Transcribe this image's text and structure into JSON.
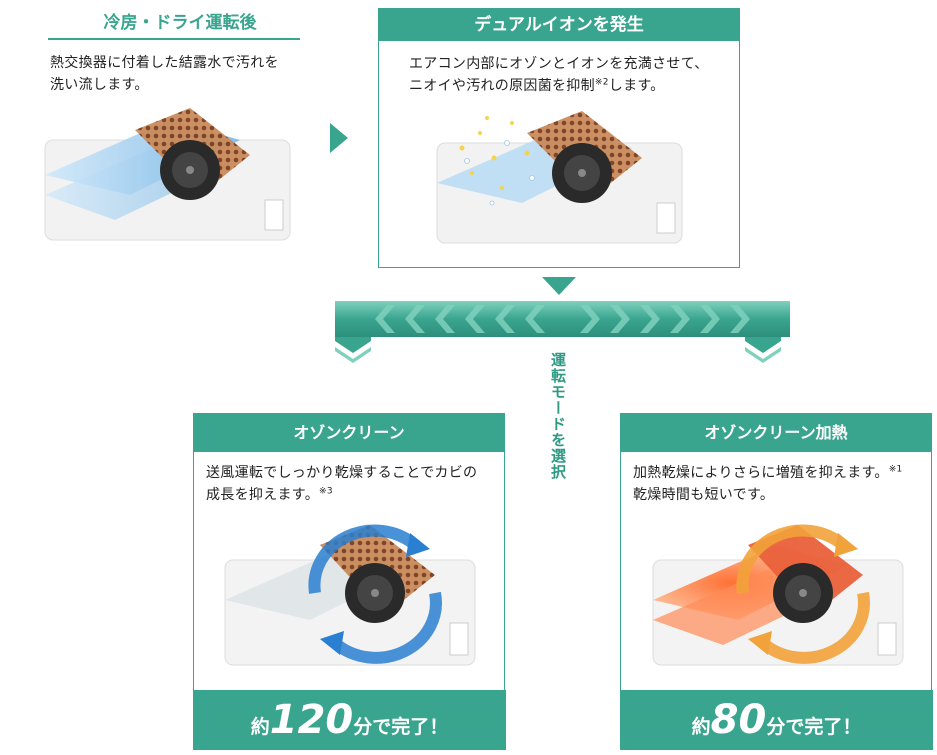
{
  "step1": {
    "title": "冷房・ドライ運転後",
    "body_line1": "熱交換器に付着した結露水で汚れを",
    "body_line2": "洗い流します。"
  },
  "step2": {
    "title": "デュアルイオンを発生",
    "body_line1": "エアコン内部にオゾンとイオンを充満させて、",
    "body_line2_main": "ニオイや汚れの原因菌を抑制",
    "body_line2_note": "※2",
    "body_line2_tail": "します。"
  },
  "mode_select_label": "運転モードを選択",
  "option_a": {
    "title": "オゾンクリーン",
    "body_line1": "送風運転でしっかり乾燥することでカビの",
    "body_line2_main": "成長を抑えます。",
    "body_line2_note": "※3",
    "result_prefix": "約",
    "result_number": "120",
    "result_suffix": "分で完了！"
  },
  "option_b": {
    "title": "オゾンクリーン加熱",
    "body_line1_main": "加熱乾燥によりさらに増殖を抑えます。",
    "body_line1_note": "※1",
    "body_line2": "乾燥時間も短いです。",
    "result_prefix": "約",
    "result_number": "80",
    "result_suffix": "分で完了！"
  },
  "colors": {
    "teal": "#3aa58f",
    "teal_light": "#7fd1bd",
    "wash_blue": "#8ec9ee",
    "heat_orange": "#f2703a",
    "arrow_blue": "#2a7fd0",
    "arrow_orange": "#f2a23a"
  }
}
